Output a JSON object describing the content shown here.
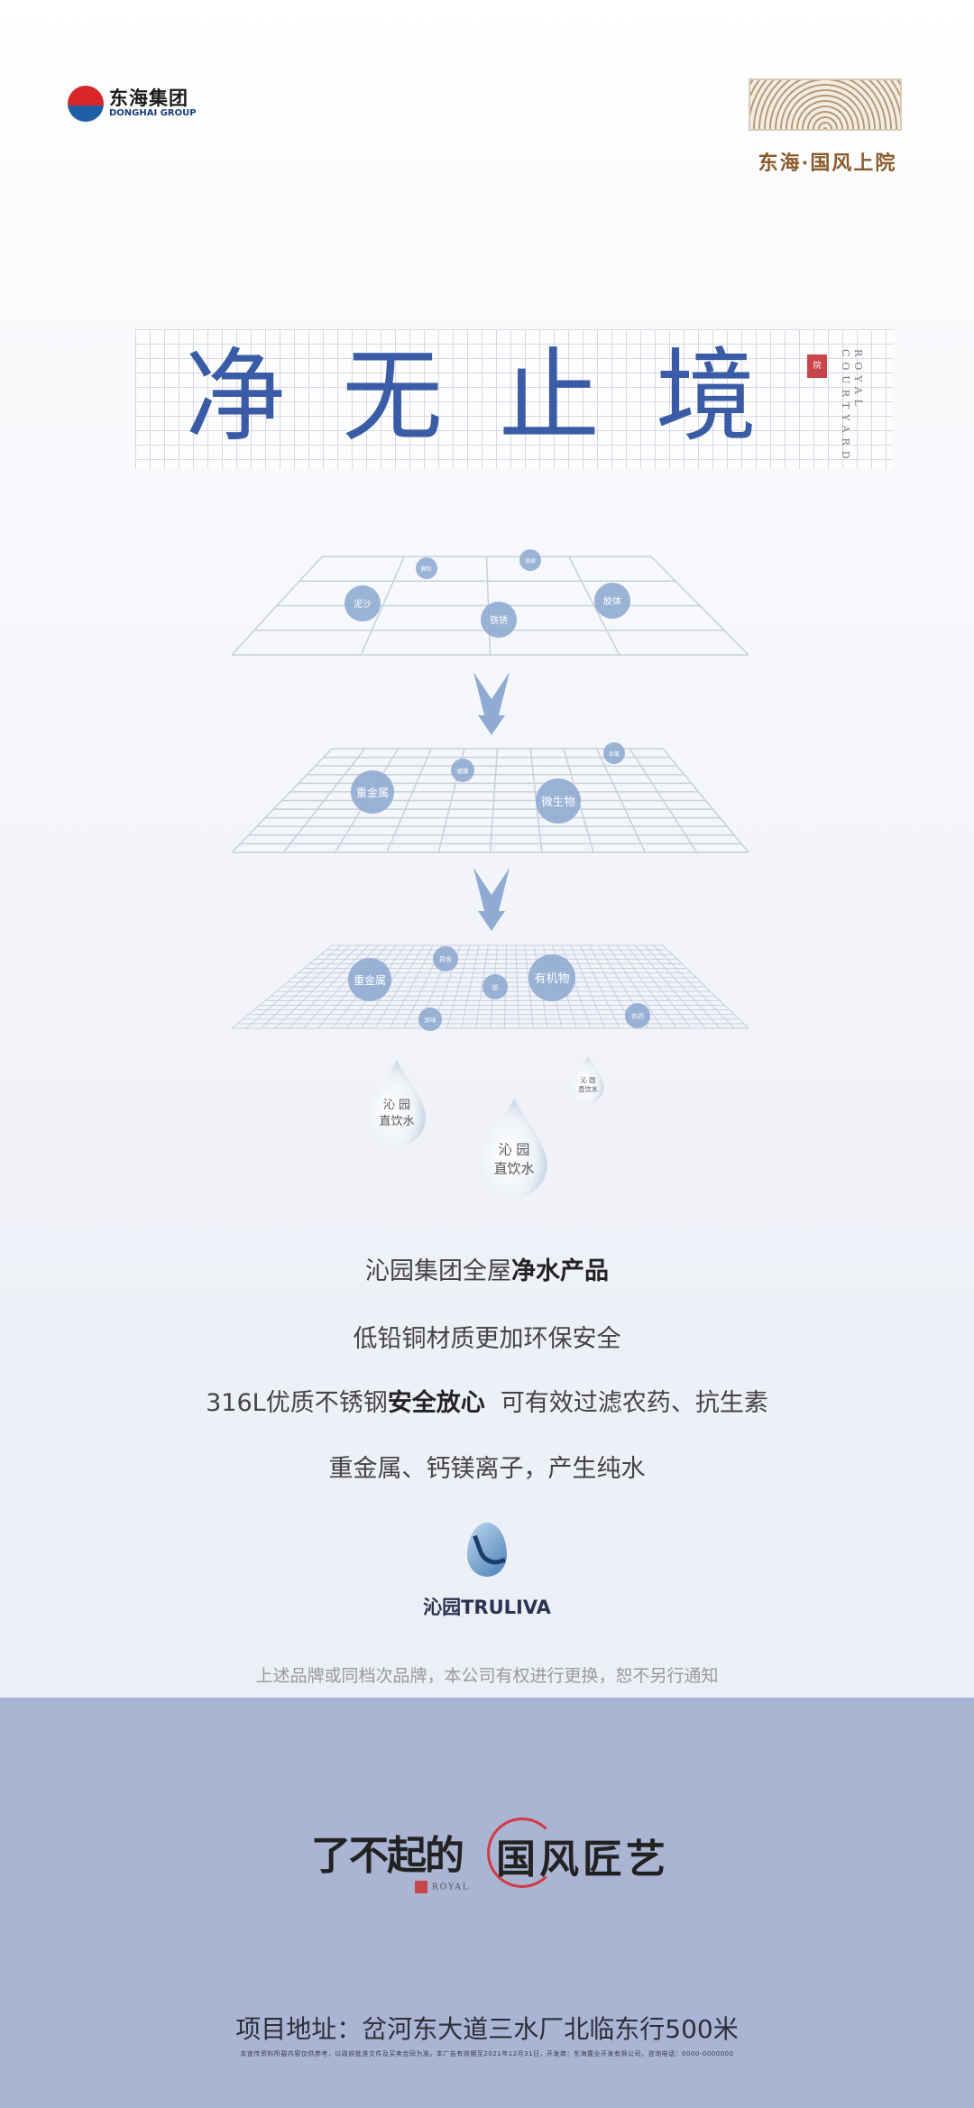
{
  "header": {
    "left_logo": {
      "name_cn": "东海集团",
      "name_en": "DONGHAI GROUP"
    },
    "right_logo": {
      "name_cn": "东海·国风上院"
    }
  },
  "banner": {
    "title": "净无止境",
    "seal": "院",
    "side_text": "ROYAL COURTYARD",
    "title_color": "#3a5ca6"
  },
  "filter_layers": [
    {
      "particles": [
        "泥沙",
        "颗粒",
        "虫卵",
        "铁锈",
        "胶体"
      ]
    },
    {
      "particles": [
        "重金属",
        "细菌",
        "微生物",
        "余氯"
      ]
    },
    {
      "particles": [
        "重金属",
        "异色",
        "铅",
        "有机物",
        "异味",
        "农药"
      ]
    }
  ],
  "water_drops": [
    {
      "line1": "沁 园",
      "line2": "直饮水"
    },
    {
      "line1": "沁 园",
      "line2": "直饮水"
    },
    {
      "line1": "沁 园",
      "line2": "直饮水"
    }
  ],
  "description": {
    "line1_normal": "沁园集团全屋",
    "line1_bold": "净水产品",
    "line2": "低铅铜材质更加环保安全",
    "line3_a": "316L优质不锈钢",
    "line3_bold": "安全放心",
    "line3_b": "  可有效过滤农药、抗生素",
    "line4": "重金属、钙镁离子，产生纯水"
  },
  "brand": {
    "name": "沁园TRULIVA"
  },
  "disclaimer": "上述品牌或同档次品牌，本公司有权进行更换，恕不另行通知",
  "footer": {
    "slogan_a": "了不起的",
    "slogan_b": "国风匠艺",
    "slogan_royal": "ROYAL",
    "address": "项目地址：岔河东大道三水厂北临东行500米",
    "fine_print": "本宣传资料所载内容仅供参考，以政府批准文件及买卖合同为准。本广告有效期至2021年12月31日，开发商：东海置业开发有限公司，咨询电话：0000-0000000",
    "band_color": "#aab4d3",
    "bubble_color": "#8fabd2"
  }
}
